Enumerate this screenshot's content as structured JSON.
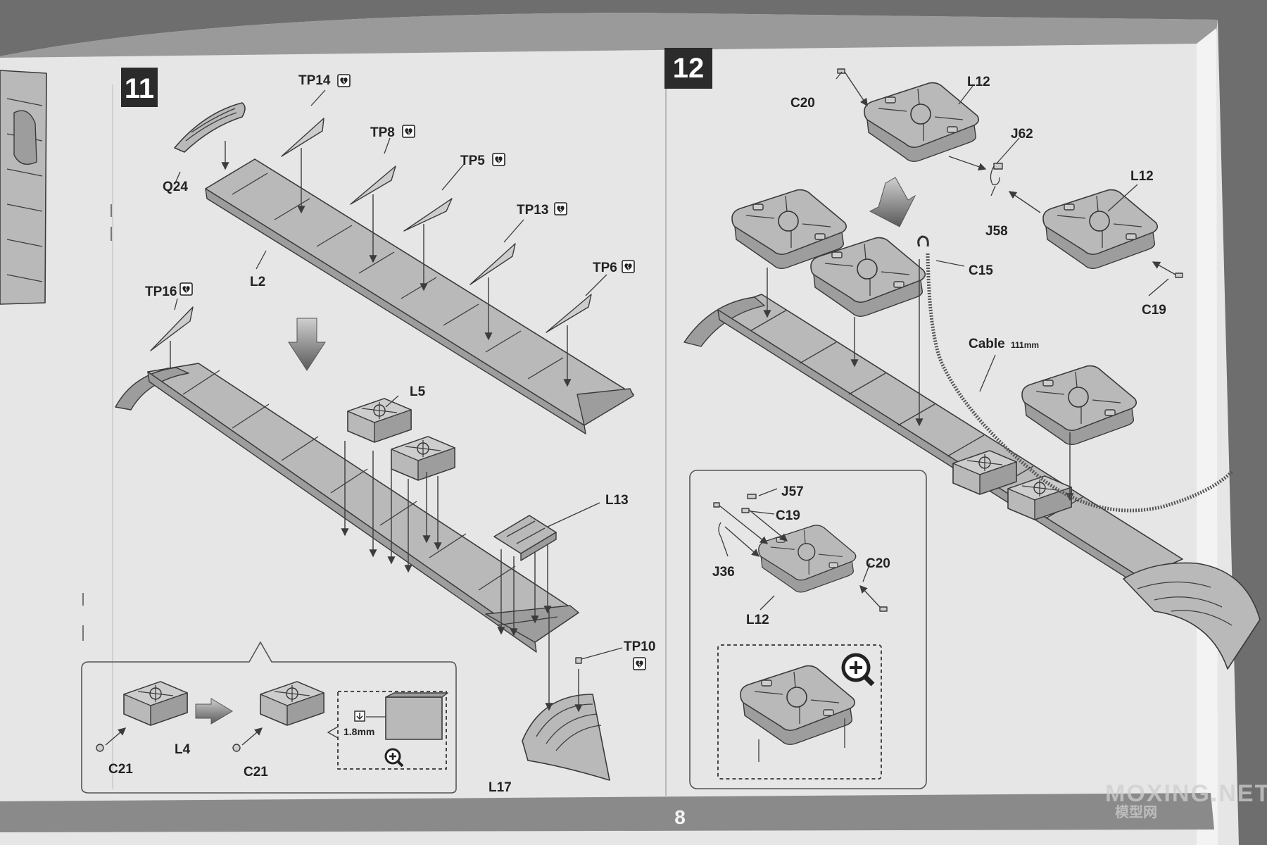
{
  "page_number": "8",
  "watermark": {
    "latin": "MOXING.NET",
    "chinese": "模型网"
  },
  "step11": {
    "number": "11",
    "labels": {
      "q24": "Q24",
      "tp14": "TP14",
      "tp8": "TP8",
      "tp5": "TP5",
      "tp13": "TP13",
      "tp6": "TP6",
      "l2": "L2",
      "tp16": "TP16",
      "l5": "L5",
      "l13": "L13",
      "tp10": "TP10",
      "l17": "L17",
      "l4": "L4",
      "c21_a": "C21",
      "c21_b": "C21",
      "measure": "1.8mm"
    }
  },
  "step12": {
    "number": "12",
    "labels": {
      "c20_top": "C20",
      "l12_top": "L12",
      "j62": "J62",
      "l12_right": "L12",
      "j58": "J58",
      "c15": "C15",
      "c19_right": "C19",
      "cable": "Cable",
      "cable_length": "111mm",
      "j57": "J57",
      "c19_inset": "C19",
      "j36": "J36",
      "c20_inset": "C20",
      "l12_inset": "L12"
    }
  },
  "icons": {
    "photo_etch": "photo-etch-heart-icon",
    "zoom": "magnify-plus-icon",
    "assembly_arrow": "assembly-down-arrow-icon",
    "drill": "drill-hole-icon"
  },
  "colors": {
    "page": "#e6e6e6",
    "parts": "#b9b9b9",
    "step_badge": "#2b2b2b",
    "footer_band": "#8a8a8a"
  }
}
